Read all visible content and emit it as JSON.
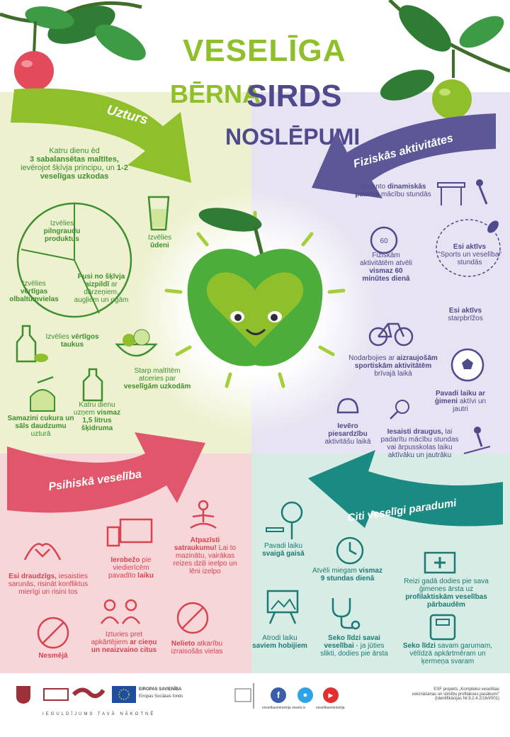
{
  "title": {
    "line1": "VESELĪGA",
    "line2a": "BĒRNA",
    "line2b": "SIRDS",
    "line3": "NOSLĒPUMI"
  },
  "colors": {
    "green": "#8fc02c",
    "dark_green": "#3f8f2e",
    "purple": "#4f4a8c",
    "pink": "#d9434f",
    "teal": "#1b7a74"
  },
  "sections": {
    "nutrition": {
      "label": "Uzturs",
      "intro": {
        "pre": "Katru dienu ēd",
        "bold1": "3 sabalansētas maltītes,",
        "mid": "ievērojot šķīvja principu, un",
        "bold2": "1-2 veselīgas uzkodas"
      },
      "items": {
        "grains": {
          "pre": "Izvēlies",
          "bold": "pilngraudu produktus"
        },
        "protein": {
          "pre": "Izvēlies",
          "bold": "vērtīgas olbaltumvielas"
        },
        "veg": {
          "bold": "Pusi no šķīvja aizpildī",
          "rest": "ar dārzeņiem, augļiem un ogām"
        },
        "water": {
          "pre": "Izvēlies",
          "bold": "ūdeni"
        },
        "fats": {
          "pre": "Izvēlies",
          "bold": "vērtīgos taukus"
        },
        "sugar": {
          "bold": "Samazini cukura un sāls daudzumu",
          "rest": "uzturā"
        },
        "liquid": {
          "pre": "Katru dienu uzņem",
          "bold": "vismaz 1,5 litrus šķidruma"
        },
        "snacks": {
          "pre": "Starp maltītēm atceries par",
          "bold": "veselīgām uzkodām"
        }
      }
    },
    "physical": {
      "label": "Fiziskās aktivitātes",
      "items": {
        "pauses": {
          "pre": "Izmanto",
          "bold": "dinamiskās pauzes",
          "rest": "mācību stundās"
        },
        "minutes": {
          "pre": "Fiziskām aktivitātēm atvēli",
          "bold": "vismaz 60 minūtes dienā"
        },
        "sports_hour": {
          "bold": "Esi aktīvs",
          "rest": "\"Sports un veselība\" stundās"
        },
        "breaks": {
          "bold": "Esi aktīvs",
          "rest": "starpbrīžos"
        },
        "clubs": {
          "pre": "Nodarbojies ar",
          "bold": "aizraujošām sportiskām aktivitātēm",
          "rest": "brīvajā laikā"
        },
        "safety": {
          "bold": "Ievēro piesardzību",
          "rest": "aktivitāšu laikā"
        },
        "family": {
          "bold": "Pavadi laiku ar ģimeni",
          "rest": "aktīvi un jautri"
        },
        "friends": {
          "bold": "Iesaisti draugus,",
          "rest": "lai padarītu mācību stundas vai ārpusskolas laiku aktīvāku un jautrāku"
        }
      }
    },
    "mental": {
      "label": "Psihiskā veselība",
      "items": {
        "friendly": {
          "bold": "Esi draudzīgs,",
          "rest": "iesaisties sarunās, risināt konfliktus mierīgi un risini tos"
        },
        "limit": {
          "bold": "Ierobežo",
          "pre": "pie viedierīcēm pavadīto",
          "bold2": "laiku"
        },
        "pauses": {
          "bold": "Atpazīsti satraukumu!",
          "rest": "Lai to mazinātu, vairākas reizes dziļi ieelpo un lēni izelpo"
        },
        "no_mock": {
          "bold": "Nesmējā"
        },
        "respect": {
          "pre": "Izturies pret apkārtējiem",
          "bold": "ar cieņu un neaizvaino citus"
        },
        "no_drugs": {
          "bold": "Nelieto",
          "rest": "atkarību izraisošās vielas"
        }
      }
    },
    "habits": {
      "label": "Citi veselīgi paradumi",
      "items": {
        "outdoor": {
          "pre": "Pavadi laiku",
          "bold": "svaigā gaisā"
        },
        "sleep": {
          "pre": "Atvēli miegam",
          "bold": "vismaz 9 stundas dienā"
        },
        "checkup": {
          "pre": "Reizi gadā dodies pie sava ģimenes ārsta uz",
          "bold": "profilaktiskām veselības pārbaudēm"
        },
        "hobbies": {
          "pre": "Atrodi laiku",
          "bold": "saviem hobijiem"
        },
        "health": {
          "bold": "Seko līdzi savai veselībai",
          "rest": "- ja jūties slikti, dodies pie ārsta"
        },
        "weight": {
          "bold": "Seko līdzi",
          "rest": "savam garumam, vēlīdzā apkārtmēram un ķermeņa svaram"
        }
      }
    }
  },
  "footer": {
    "eu_title": "EIROPAS SAVIENĪBA",
    "eu_sub": "Eiropas Sociālais fonds",
    "slogan": "IEGULDĪJUMS TAVĀ NĀKOTNĒ",
    "social": [
      "veselibasministrija",
      "vesels.lv",
      "veselibasministrija"
    ],
    "project": "ESF projekts „Kompleksi veselības veicināšanas un slimību profilakses pasākumi\" (Identifikācijas Nr.9.2.4.2/16/I/001)"
  }
}
